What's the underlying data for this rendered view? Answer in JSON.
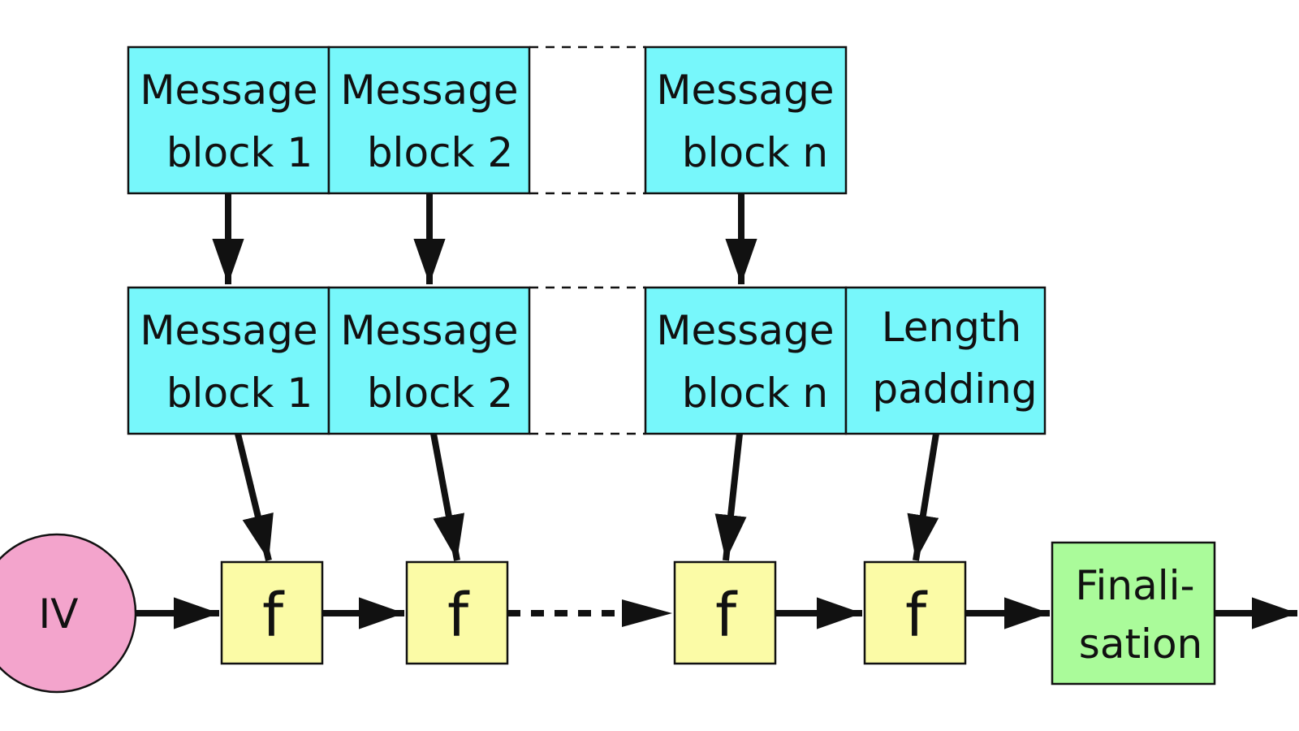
{
  "colors": {
    "message_block": "#77f7fb",
    "compression": "#fbfba6",
    "iv": "#f3a4cc",
    "finalisation": "#aafb9a",
    "stroke": "#111111"
  },
  "input_blocks": [
    {
      "line1": "Message",
      "line2": "block 1"
    },
    {
      "line1": "Message",
      "line2": "block 2"
    },
    {
      "line1": "Message",
      "line2": "block n"
    }
  ],
  "padded_blocks": [
    {
      "line1": "Message",
      "line2": "block 1"
    },
    {
      "line1": "Message",
      "line2": "block 2"
    },
    {
      "line1": "Message",
      "line2": "block n"
    },
    {
      "line1": "Length",
      "line2": "padding"
    }
  ],
  "iv": {
    "label": "IV"
  },
  "compression_functions": [
    {
      "label": "f"
    },
    {
      "label": "f"
    },
    {
      "label": "f"
    },
    {
      "label": "f"
    }
  ],
  "finalisation": {
    "line1": "Finali-",
    "line2": "sation"
  }
}
